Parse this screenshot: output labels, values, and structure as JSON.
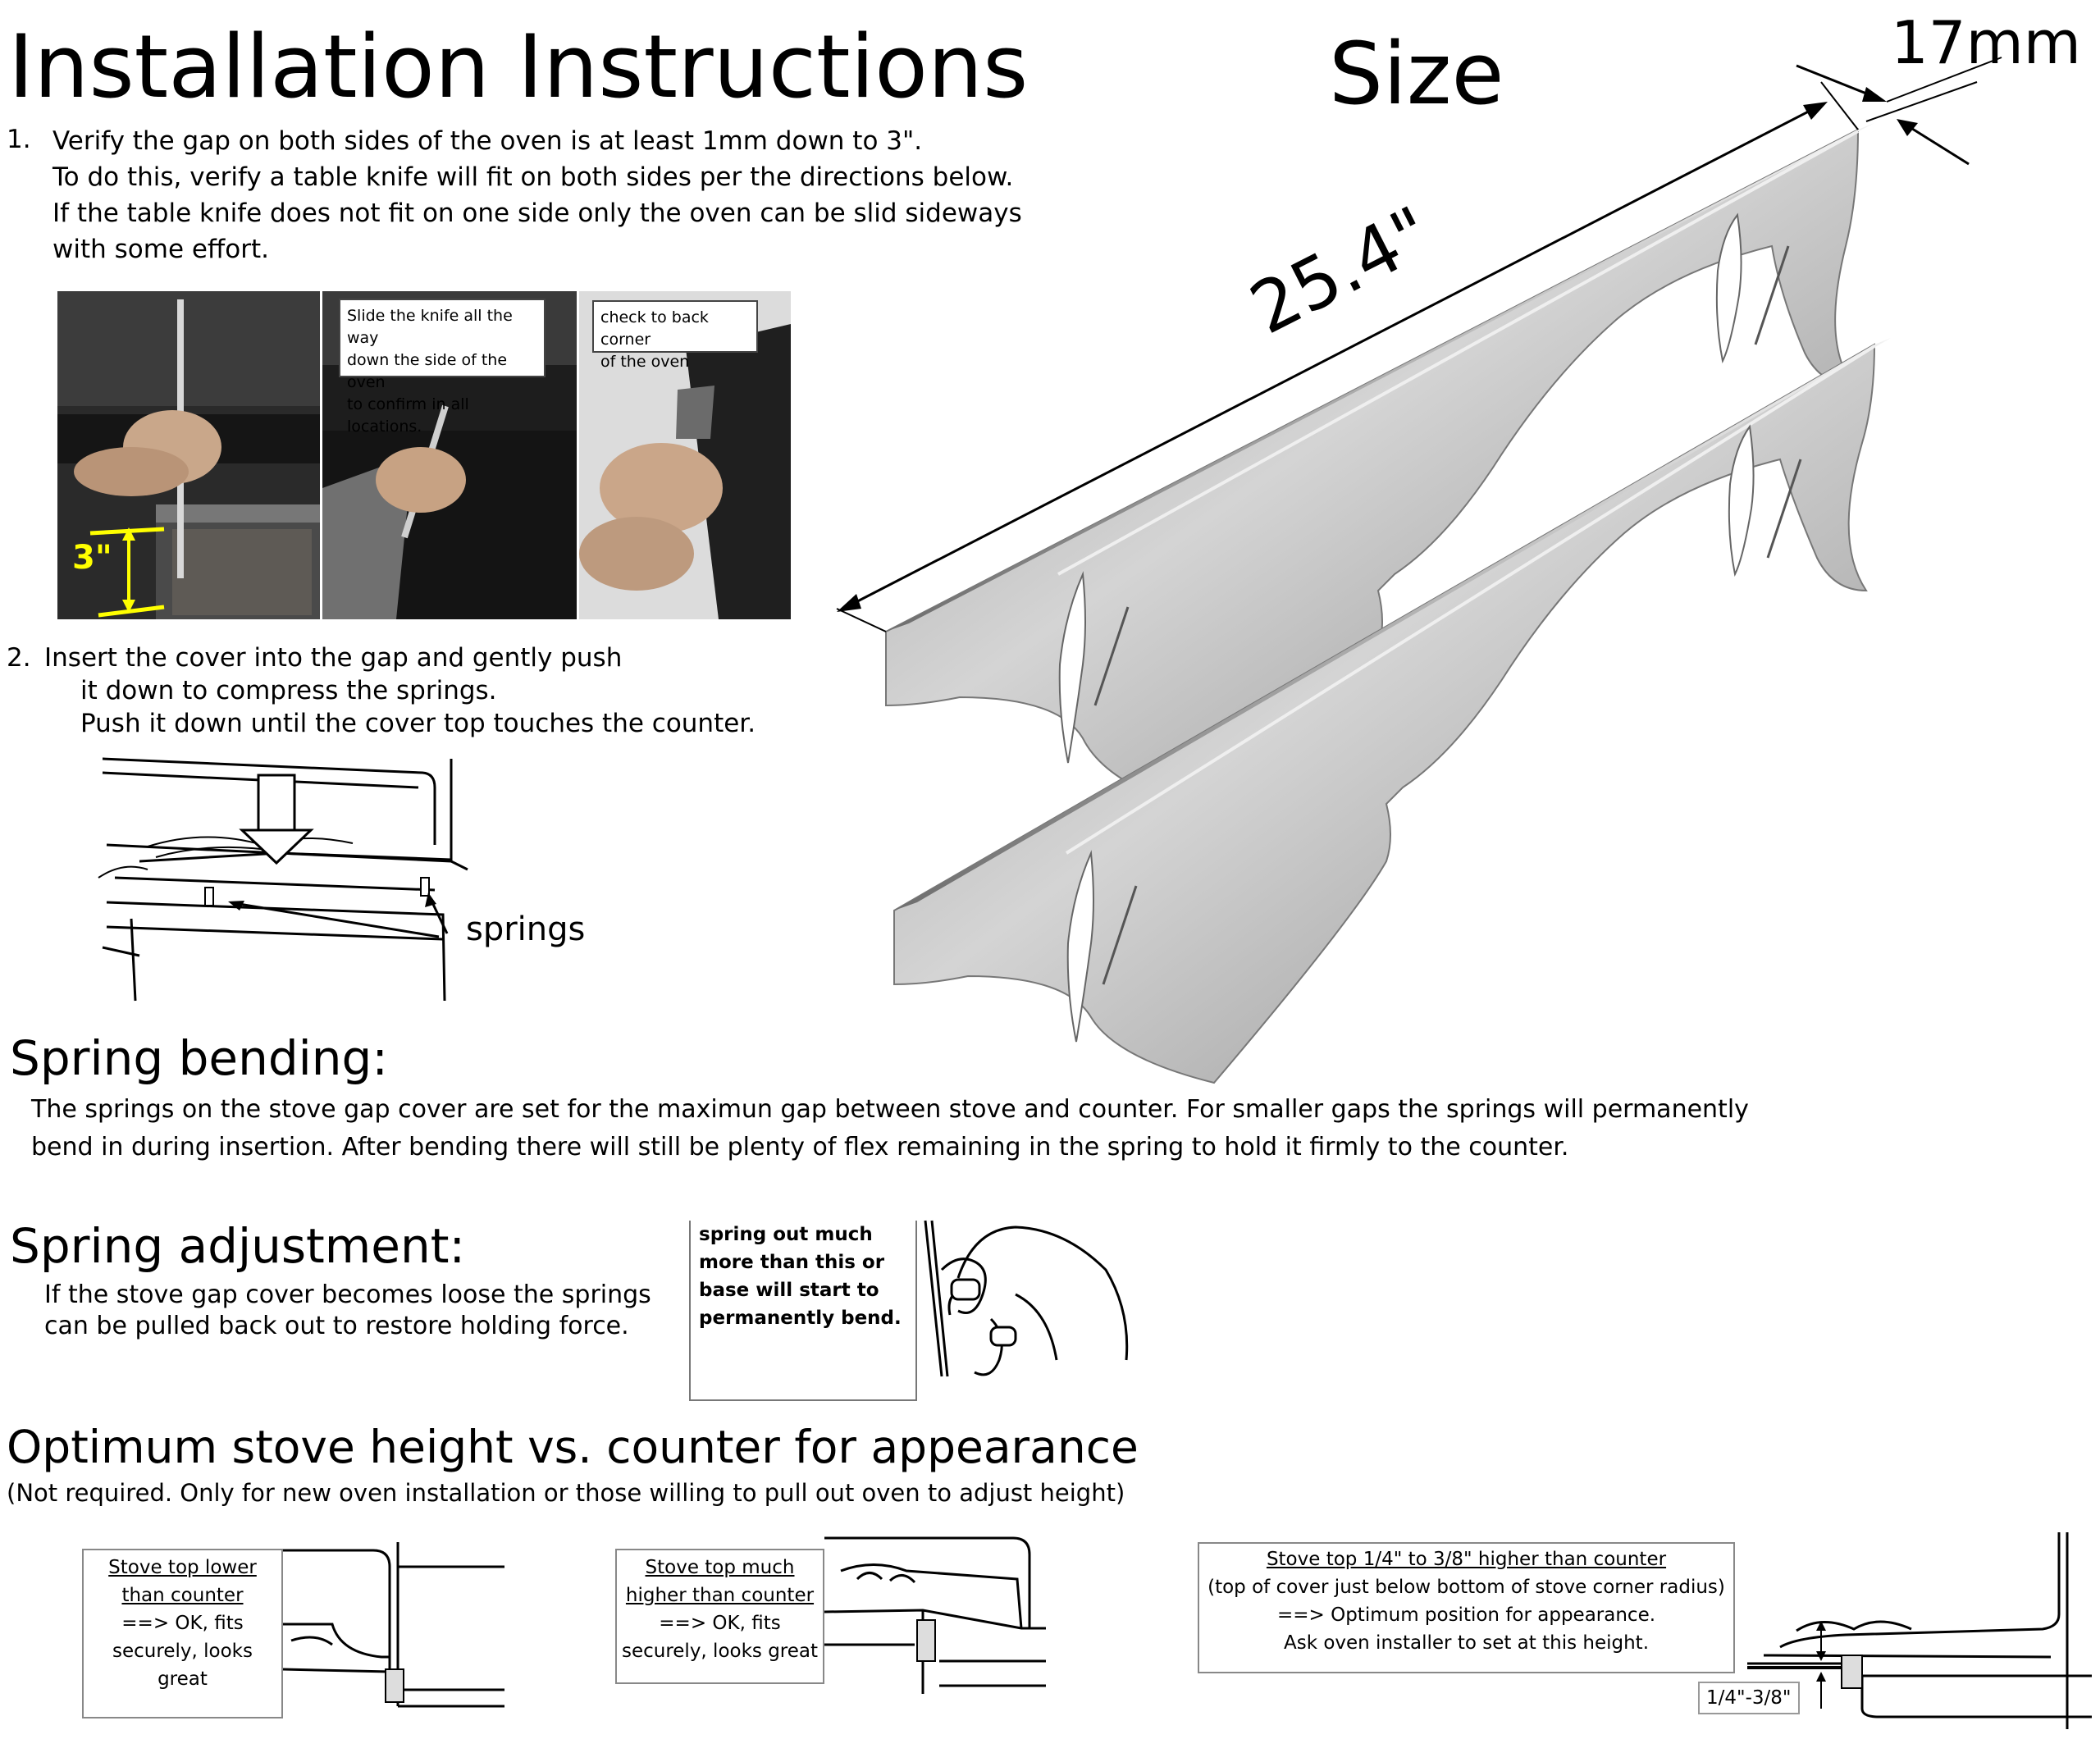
{
  "page": {
    "title": "Installation Instructions",
    "size_heading": "Size"
  },
  "dimensions": {
    "width_label": "17mm",
    "length_label": "25.4\""
  },
  "step1": {
    "number": "1.",
    "lines": [
      "Verify the gap on both sides of the oven is at least 1mm down to 3\".",
      "To do this, verify a table knife will fit on both sides per the directions below.",
      "If the table knife does not fit on one side only the oven can be slid sideways",
      "with some effort."
    ],
    "photo_label": "3\"",
    "caption_a": [
      "Slide the knife all the way",
      "down the side of the oven",
      "to confirm in all locations."
    ],
    "caption_b": [
      "check to back corner",
      "of the oven"
    ]
  },
  "step2": {
    "number": "2.",
    "lines": [
      "Insert the cover into the gap and gently push",
      "it down to compress the springs.",
      "Push it down until the cover top touches the counter."
    ],
    "diagram_label": "springs"
  },
  "spring_bending": {
    "heading": "Spring bending:",
    "lines": [
      "The springs on the stove gap cover are set for the maximun gap between stove and counter.  For smaller gaps the springs will permanently",
      "bend in during insertion.  After bending there will still be plenty of flex remaining in the spring to hold it firmly to the counter."
    ]
  },
  "spring_adjustment": {
    "heading": "Spring adjustment:",
    "lines": [
      "If the stove gap cover becomes loose the springs",
      "can be pulled back out to restore holding force."
    ],
    "note_lines": [
      "spring out much",
      "more than this or",
      "base will start to",
      "permanently bend."
    ]
  },
  "optimum": {
    "heading": "Optimum stove height vs. counter for appearance",
    "subheading": "(Not required.  Only for new oven installation or those willing to pull out oven to adjust height)",
    "case1": {
      "title_lines": [
        "Stove top lower",
        "than counter"
      ],
      "body_lines": [
        "==> OK, fits",
        "securely, looks",
        "great"
      ]
    },
    "case2": {
      "title_lines": [
        "Stove top  much",
        "higher than counter"
      ],
      "body_lines": [
        "==> OK, fits",
        "securely, looks great"
      ]
    },
    "case3": {
      "title_line": "Stove top  1/4\"  to 3/8\" higher than counter",
      "body_lines": [
        "(top of cover just below bottom of stove corner radius)",
        "==>  Optimum  position for appearance.",
        "Ask oven installer  to set at this height."
      ],
      "measure_label": "1/4\"-3/8\""
    }
  }
}
